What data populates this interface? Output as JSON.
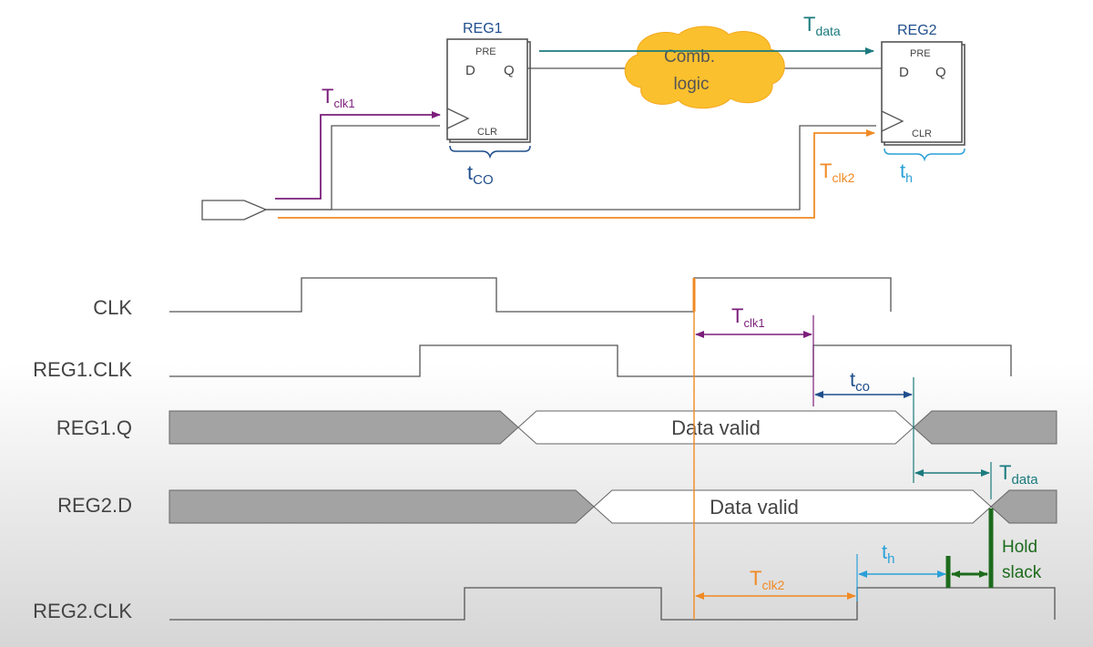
{
  "colors": {
    "purple": "#7b1e7a",
    "teal": "#1b7a7e",
    "orange": "#f08a24",
    "navy": "#1f4e8c",
    "cyan": "#2aa0d8",
    "green": "#1d6b1d",
    "gray_fill": "#a3a3a3",
    "cloud": "#fbc02d",
    "line": "#555555"
  },
  "schematic": {
    "reg1": {
      "title": "REG1",
      "pre": "PRE",
      "d": "D",
      "q": "Q",
      "clr": "CLR"
    },
    "reg2": {
      "title": "REG2",
      "pre": "PRE",
      "d": "D",
      "q": "Q",
      "clr": "CLR"
    },
    "comb_logic": {
      "line1": "Comb.",
      "line2": "logic"
    },
    "t_clk1": {
      "main": "T",
      "sub": "clk1"
    },
    "t_data": {
      "main": "T",
      "sub": "data"
    },
    "t_co": {
      "main": "t",
      "sub": "CO"
    },
    "t_clk2": {
      "main": "T",
      "sub": "clk2"
    },
    "t_h": {
      "main": "t",
      "sub": "h"
    }
  },
  "timing": {
    "signals": [
      "CLK",
      "REG1.CLK",
      "REG1.Q",
      "REG2.D",
      "REG2.CLK"
    ],
    "reg1q_text": "Data valid",
    "reg2d_text": "Data valid",
    "t_clk1": {
      "main": "T",
      "sub": "clk1"
    },
    "t_co": {
      "main": "t",
      "sub": "co"
    },
    "t_data": {
      "main": "T",
      "sub": "data"
    },
    "t_h": {
      "main": "t",
      "sub": "h"
    },
    "t_clk2": {
      "main": "T",
      "sub": "clk2"
    },
    "hold_slack": {
      "line1": "Hold",
      "line2": "slack"
    }
  }
}
